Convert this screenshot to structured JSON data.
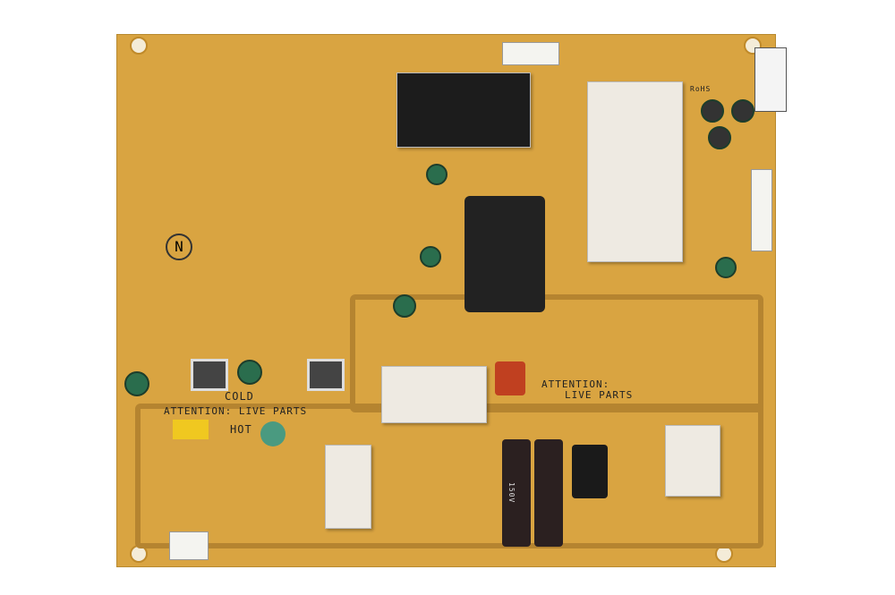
{
  "board": {
    "warning_left": "ATTENTION: LIVE PARTS",
    "warning_right_line1": "ATTENTION:",
    "warning_right_line2": "LIVE PARTS",
    "cold_label": "COLD",
    "hot_label": "HOT",
    "n_mark": "N",
    "rohs_label": "RoHS",
    "cap_label": "150V"
  },
  "colors": {
    "pcb": "#d9a441",
    "background": "#ffffff",
    "heatsink": "#eeeae2"
  }
}
